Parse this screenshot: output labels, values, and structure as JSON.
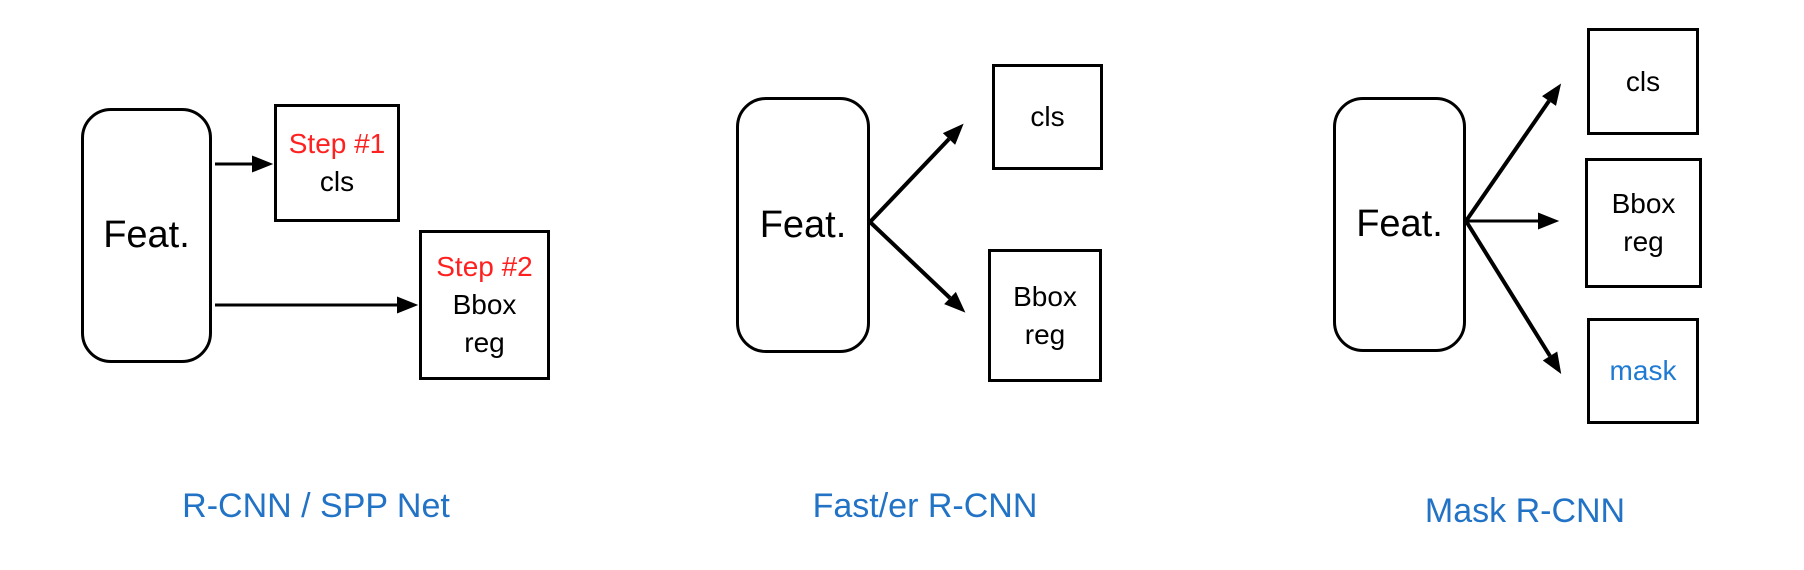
{
  "colors": {
    "background": "#ffffff",
    "stroke": "#000000",
    "step_red": "#ff2020",
    "caption_blue": "#2273c6",
    "mask_blue": "#1e7ad2"
  },
  "panels": [
    {
      "caption": "R-CNN / SPP Net",
      "feat_label": "Feat.",
      "outputs": [
        {
          "step": "Step #1",
          "lines": [
            "cls"
          ]
        },
        {
          "step": "Step #2",
          "lines": [
            "Bbox",
            "reg"
          ]
        }
      ]
    },
    {
      "caption": "Fast/er R-CNN",
      "feat_label": "Feat.",
      "outputs": [
        {
          "lines": [
            "cls"
          ]
        },
        {
          "lines": [
            "Bbox",
            "reg"
          ]
        }
      ]
    },
    {
      "caption": "Mask R-CNN",
      "feat_label": "Feat.",
      "outputs": [
        {
          "lines": [
            "cls"
          ]
        },
        {
          "lines": [
            "Bbox",
            "reg"
          ]
        },
        {
          "lines": [
            "mask"
          ],
          "highlight": true
        }
      ]
    }
  ]
}
